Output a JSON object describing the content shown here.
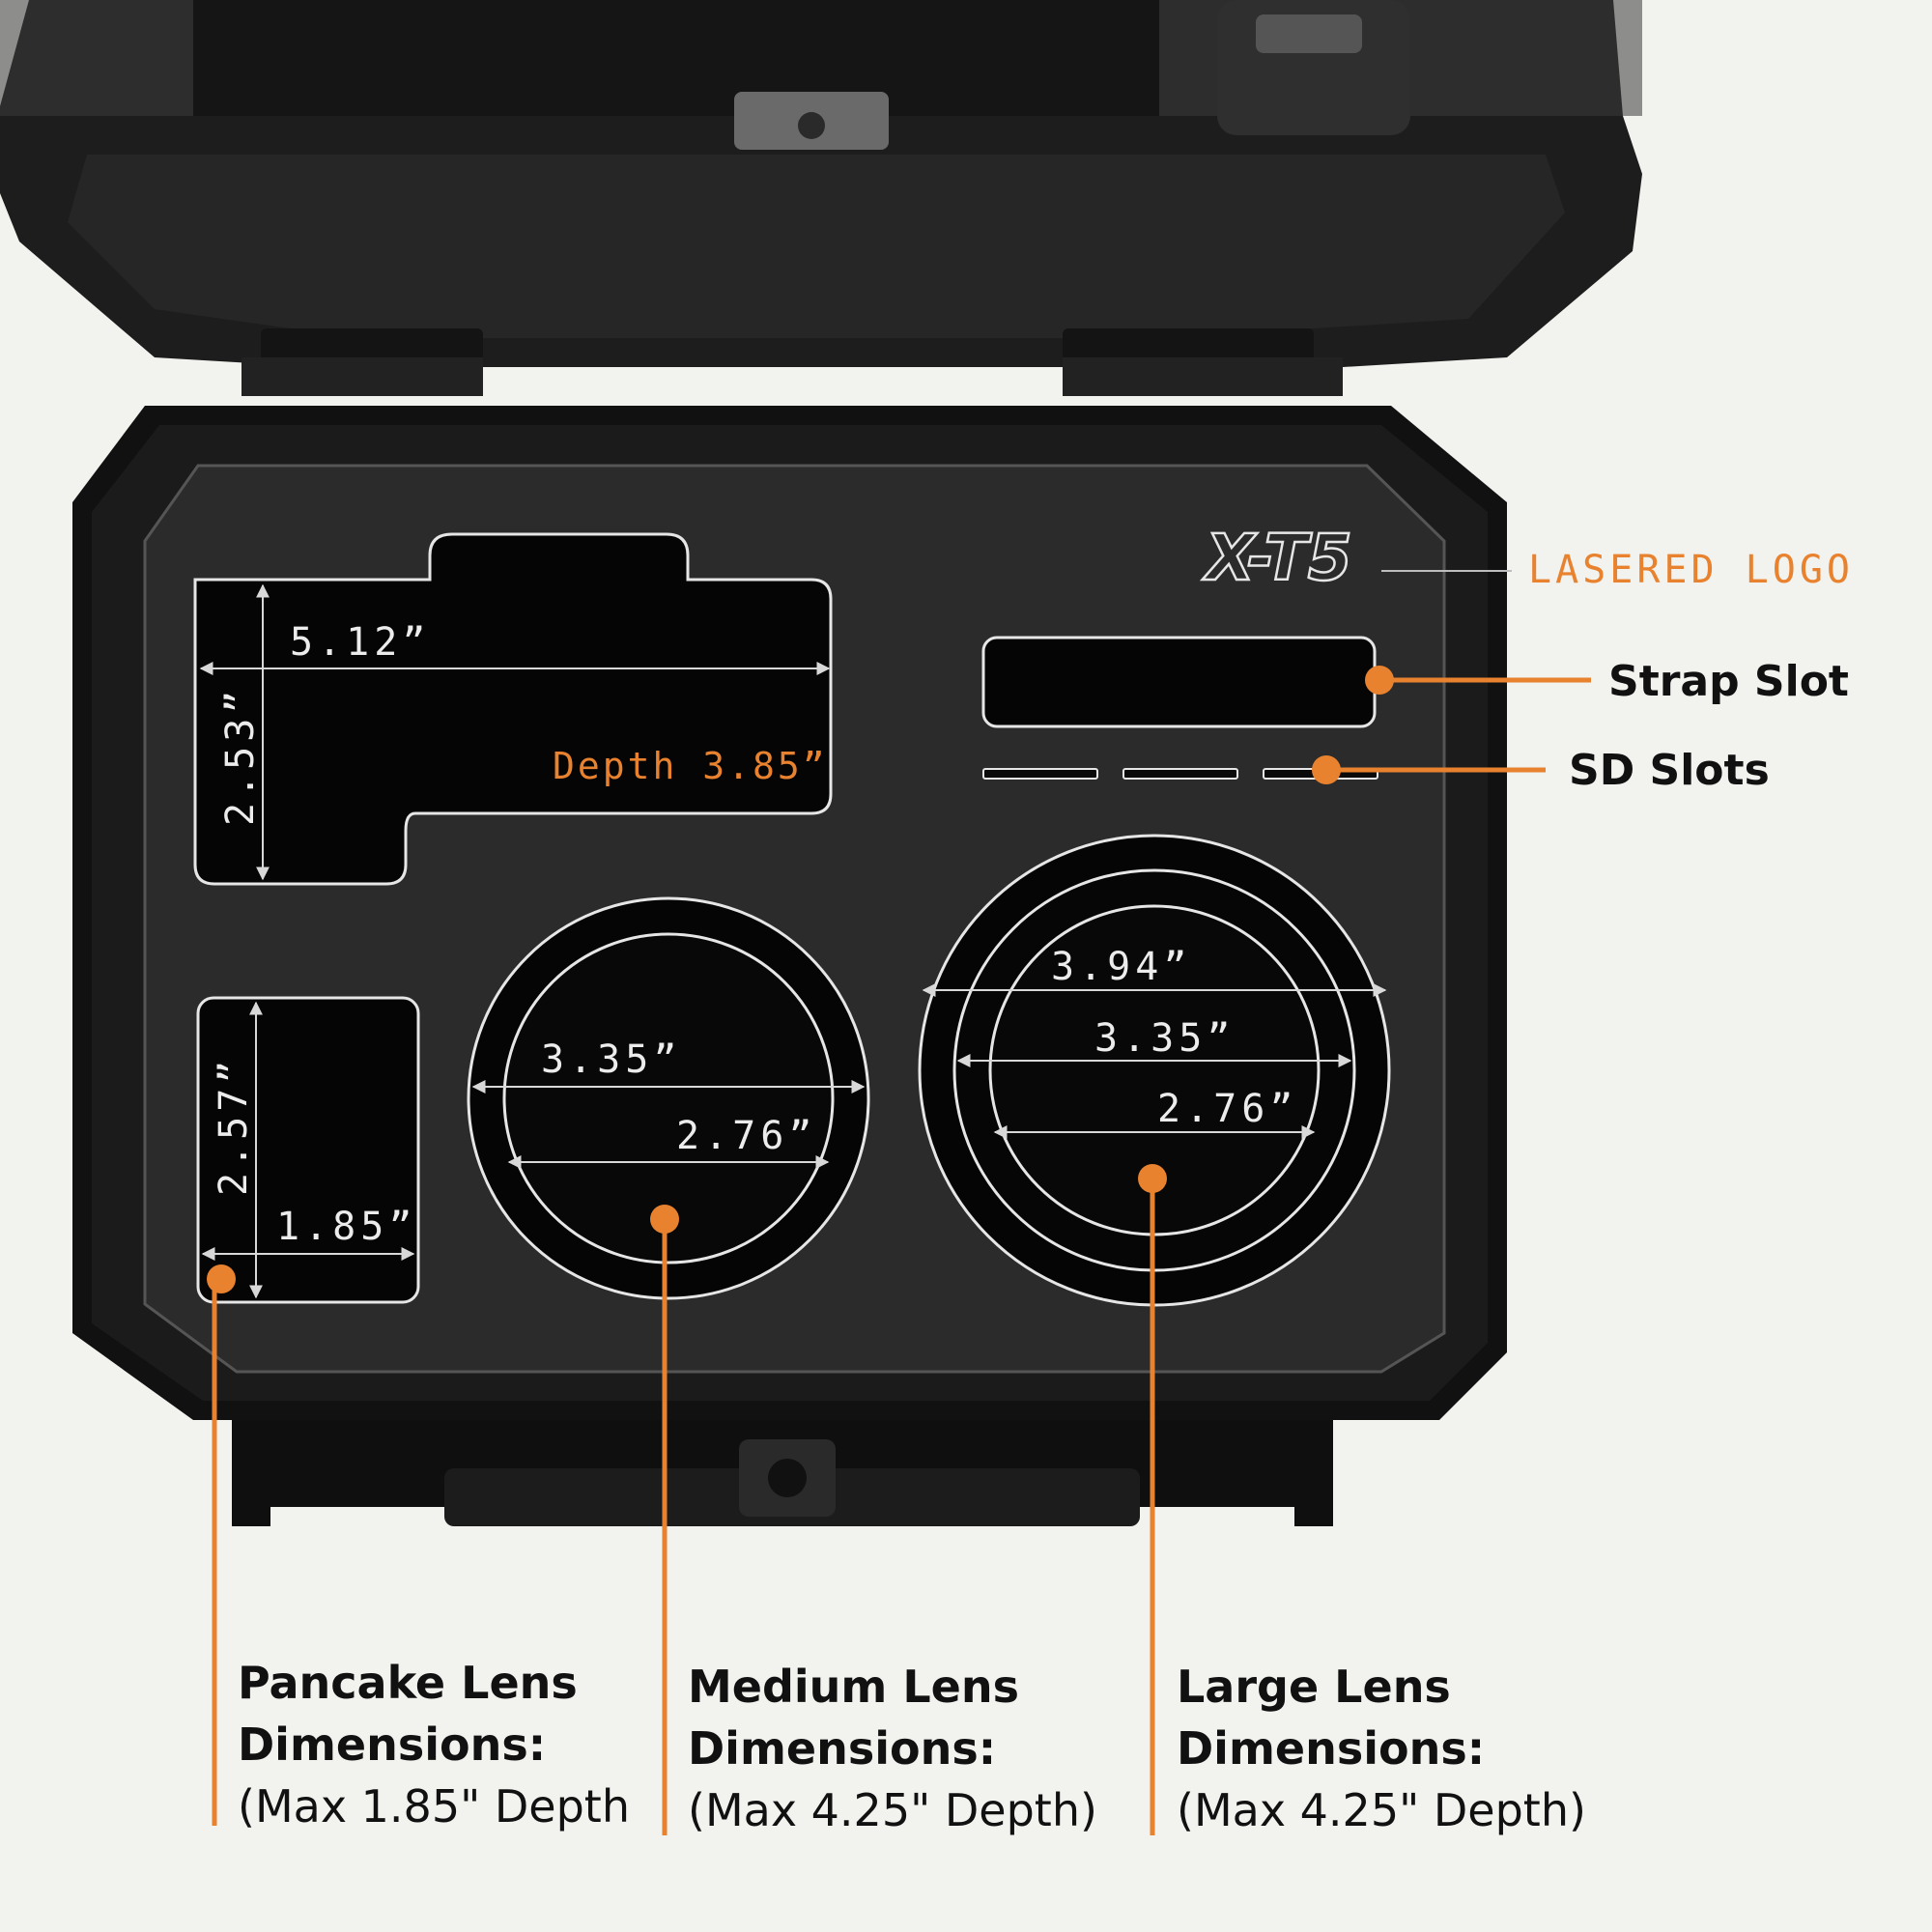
{
  "brand": {
    "logo_text": "X-T5",
    "accent_color": "#e8822f"
  },
  "callouts": {
    "lasered_logo": "LASERED LOGO",
    "strap_slot": "Strap Slot",
    "sd_slots": "SD Slots"
  },
  "camera_cutout": {
    "width": "5.12”",
    "height": "2.53”",
    "depth": "Depth 3.85”"
  },
  "pancake_cutout": {
    "height": "2.57”",
    "width": "1.85”"
  },
  "medium_lens_cutout": {
    "outer": "3.35”",
    "inner": "2.76”"
  },
  "large_lens_cutout": {
    "outer": "3.94”",
    "middle": "3.35”",
    "inner": "2.76”"
  },
  "captions": {
    "pancake": {
      "title_line1": "Pancake Lens",
      "title_line2": "Dimensions:",
      "sub": "(Max 1.85\" Depth"
    },
    "medium": {
      "title_line1": "Medium Lens",
      "title_line2": "Dimensions:",
      "sub": "(Max 4.25\" Depth)"
    },
    "large": {
      "title_line1": "Large Lens",
      "title_line2": "Dimensions:",
      "sub": "(Max 4.25\" Depth)"
    }
  }
}
